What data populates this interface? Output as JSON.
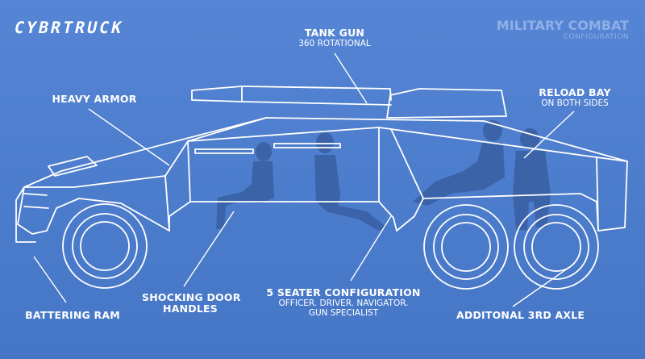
{
  "brand": {
    "logo_text": "CYBRTRUCK"
  },
  "header": {
    "title": "MILITARY COMBAT",
    "subtitle": "CONFIGURATION"
  },
  "labels": {
    "tank_gun": {
      "title": "TANK GUN",
      "sub": "360 ROTATIONAL"
    },
    "heavy_armor": {
      "title": "HEAVY ARMOR"
    },
    "reload_bay": {
      "title": "RELOAD BAY",
      "sub": "ON BOTH SIDES"
    },
    "battering_ram": {
      "title": "BATTERING RAM"
    },
    "shocking_door_handles": {
      "line1": "SHOCKING DOOR",
      "line2": "HANDLES"
    },
    "seater": {
      "title": "5 SEATER CONFIGURATION",
      "sub1": "OFFICER. DRIVER. NAVIGATOR.",
      "sub2": "GUN SPECIALIST"
    },
    "third_axle": {
      "title": "ADDITONAL 3RD AXLE"
    }
  },
  "colors": {
    "background": "#4f7fcf",
    "line": "#ffffff",
    "silhouette": "#3a5f9f"
  }
}
